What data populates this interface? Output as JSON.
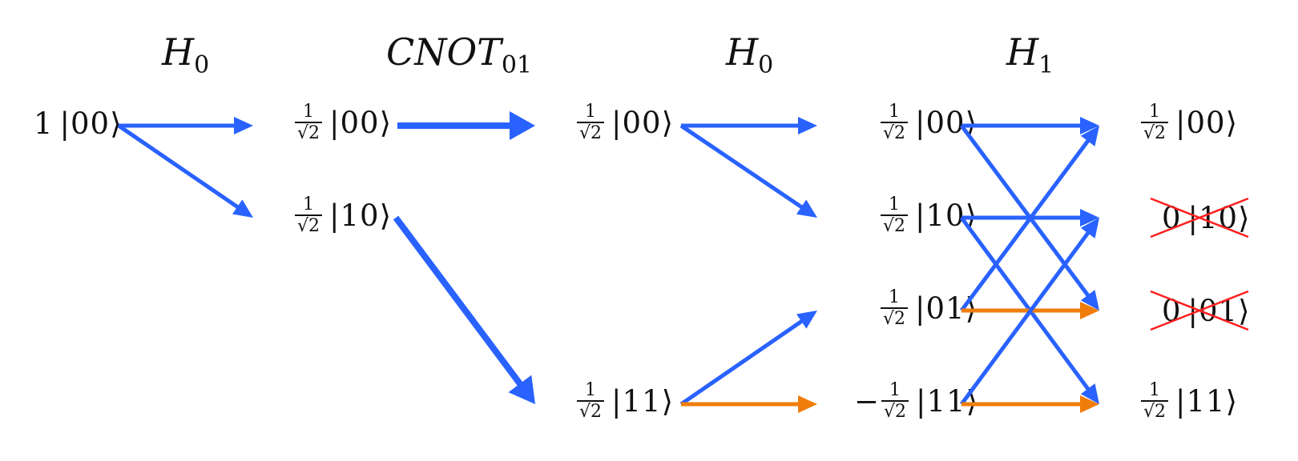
{
  "colors": {
    "blue_arrow": "#2962ff",
    "orange_arrow": "#f07d0a",
    "strike_cross": "#ff1f1f",
    "text": "#111111"
  },
  "gates": [
    {
      "name": "H",
      "sub": "0"
    },
    {
      "name": "CNOT",
      "sub": "01"
    },
    {
      "name": "H",
      "sub": "0"
    },
    {
      "name": "H",
      "sub": "1"
    }
  ],
  "states": {
    "col0": [
      {
        "coef": "1",
        "ket": "|00⟩"
      }
    ],
    "col1": [
      {
        "num": "1",
        "den": "2",
        "ket": "|00⟩"
      },
      {
        "num": "1",
        "den": "2",
        "ket": "|10⟩"
      }
    ],
    "col2": [
      {
        "num": "1",
        "den": "2",
        "ket": "|00⟩"
      },
      {
        "num": "1",
        "den": "2",
        "ket": "|11⟩"
      }
    ],
    "col3": [
      {
        "sign": "",
        "num": "1",
        "den": "2",
        "ket": "|00⟩"
      },
      {
        "sign": "",
        "num": "1",
        "den": "2",
        "ket": "|10⟩"
      },
      {
        "sign": "",
        "num": "1",
        "den": "2",
        "ket": "|01⟩"
      },
      {
        "sign": "−",
        "num": "1",
        "den": "2",
        "ket": "|11⟩"
      }
    ],
    "col4": [
      {
        "num": "1",
        "den": "2",
        "ket": "|00⟩",
        "cancelled": false
      },
      {
        "coef": "0",
        "ket": "|10⟩",
        "cancelled": true
      },
      {
        "coef": "0",
        "ket": "|01⟩",
        "cancelled": true
      },
      {
        "num": "1",
        "den": "2",
        "ket": "|11⟩",
        "cancelled": false
      }
    ]
  },
  "arrows": [
    {
      "from": "col0.0",
      "to": "col1.0",
      "color": "blue"
    },
    {
      "from": "col0.0",
      "to": "col1.1",
      "color": "blue"
    },
    {
      "from": "col1.0",
      "to": "col2.0",
      "color": "blue"
    },
    {
      "from": "col1.1",
      "to": "col2.1",
      "color": "blue"
    },
    {
      "from": "col2.0",
      "to": "col3.0",
      "color": "blue"
    },
    {
      "from": "col2.0",
      "to": "col3.1",
      "color": "blue"
    },
    {
      "from": "col2.1",
      "to": "col3.2",
      "color": "blue"
    },
    {
      "from": "col2.1",
      "to": "col3.3",
      "color": "orange"
    },
    {
      "from": "col3.0",
      "to": "col4.0",
      "color": "blue"
    },
    {
      "from": "col3.0",
      "to": "col4.2",
      "color": "blue"
    },
    {
      "from": "col3.1",
      "to": "col4.1",
      "color": "blue"
    },
    {
      "from": "col3.1",
      "to": "col4.3",
      "color": "blue"
    },
    {
      "from": "col3.2",
      "to": "col4.0",
      "color": "blue"
    },
    {
      "from": "col3.2",
      "to": "col4.2",
      "color": "orange"
    },
    {
      "from": "col3.3",
      "to": "col4.1",
      "color": "blue"
    },
    {
      "from": "col3.3",
      "to": "col4.3",
      "color": "orange"
    }
  ]
}
